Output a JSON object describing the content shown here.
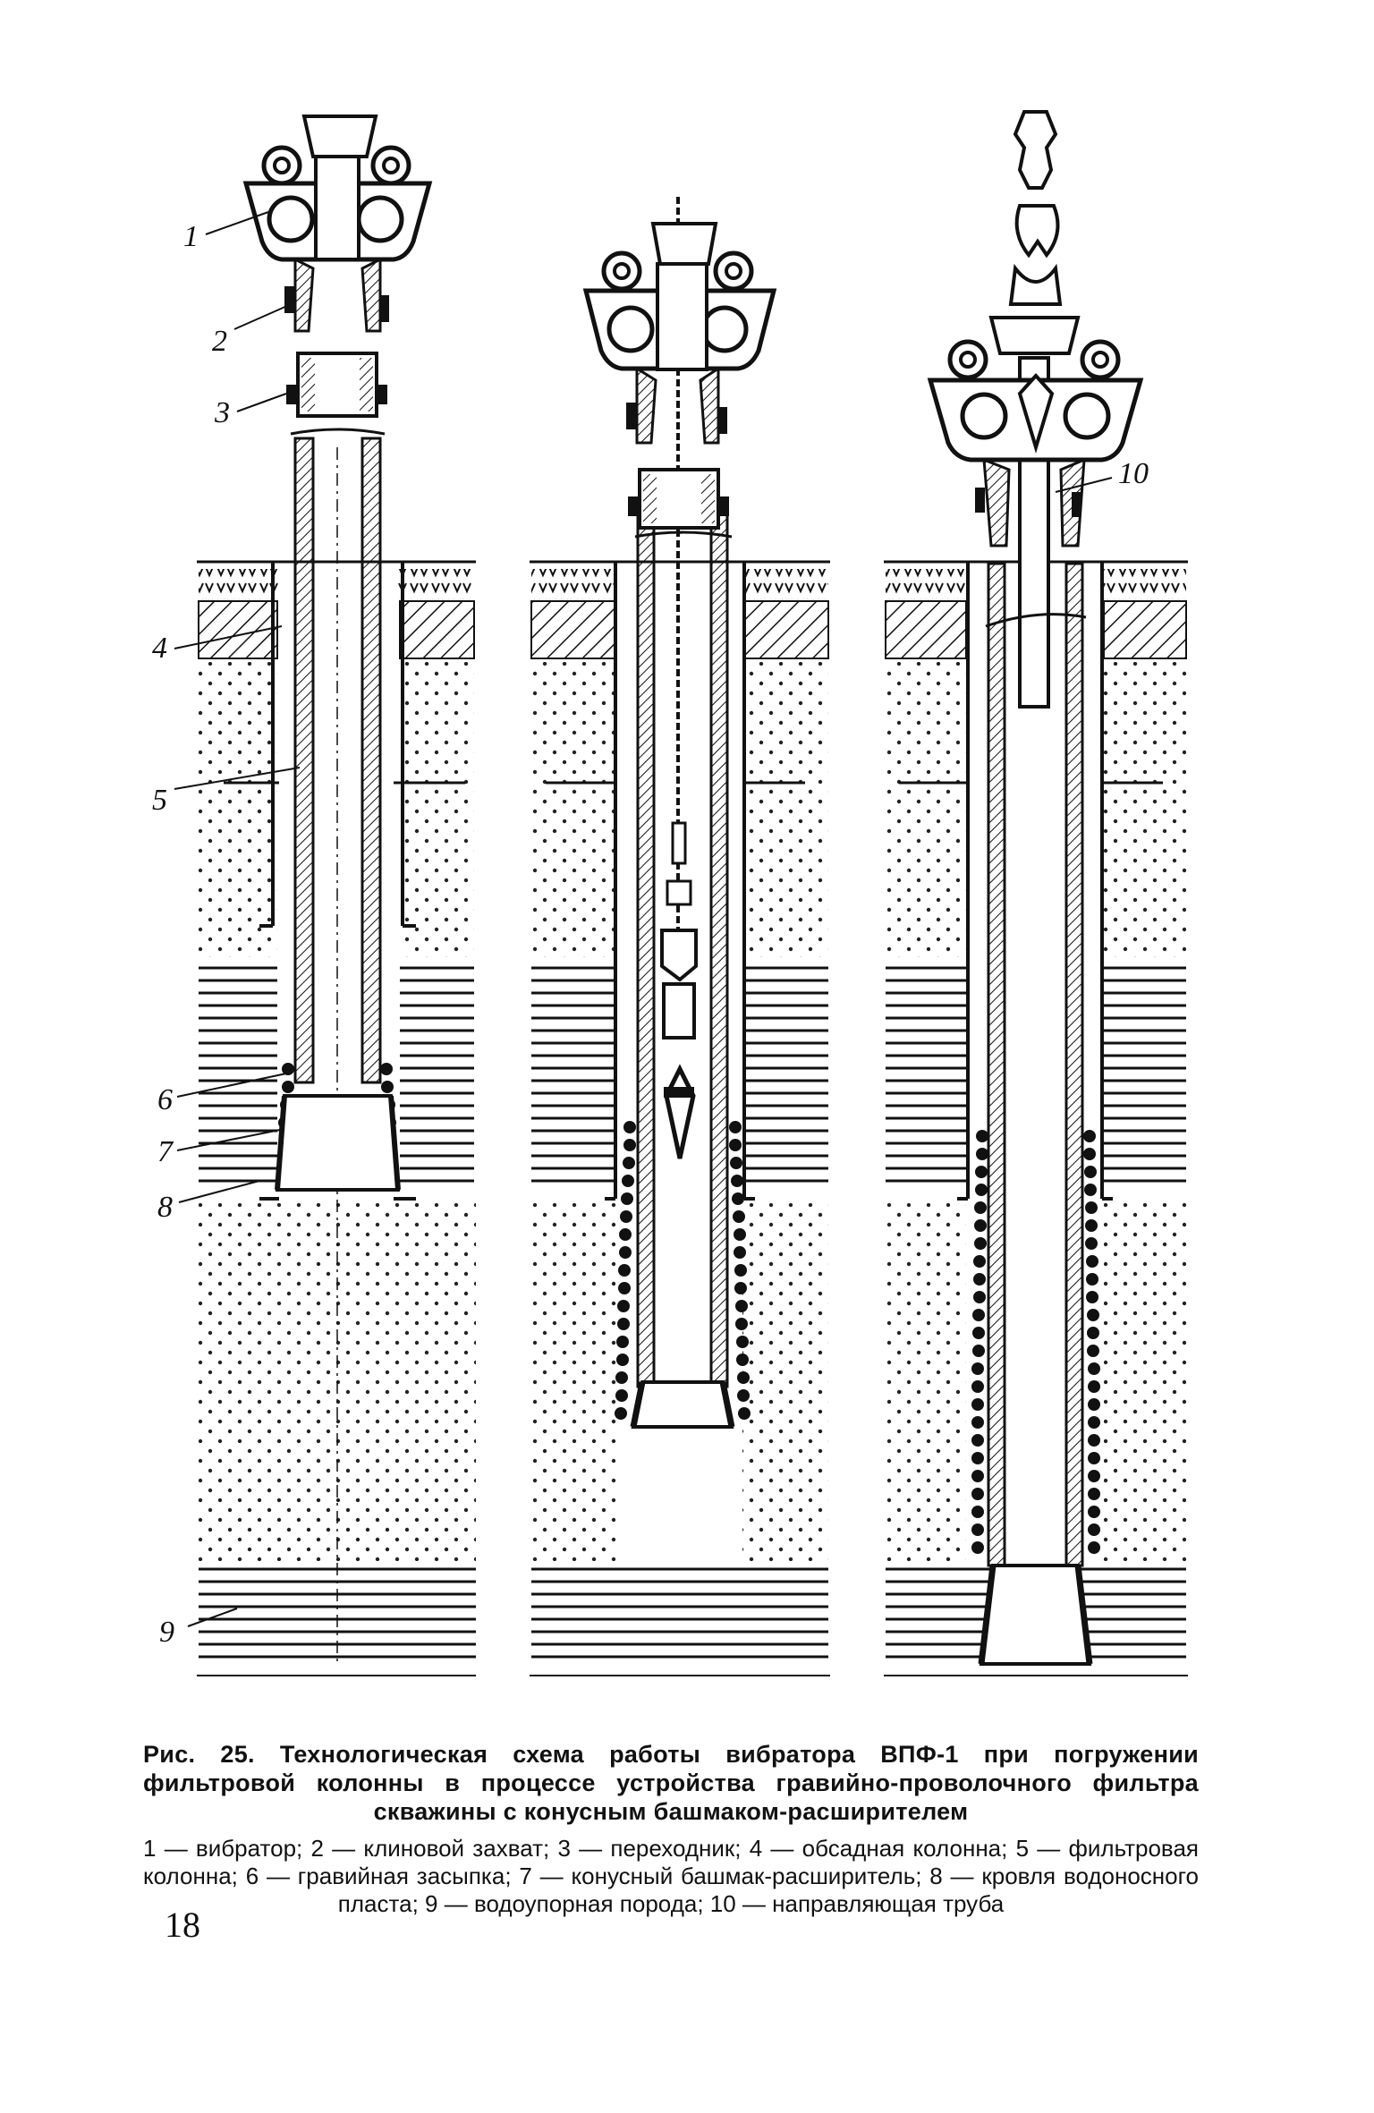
{
  "figure": {
    "callouts": [
      "1",
      "2",
      "3",
      "4",
      "5",
      "6",
      "7",
      "8",
      "9",
      "10"
    ]
  },
  "caption": {
    "title": "Рис. 25. Технологическая схема работы вибратора ВПФ-1 при погружении фильтровой колонны в процессе устройства гравийно-проволочного фильтра скважины с конусным башмаком-расширителем",
    "legend": "1 — вибратор; 2 — клиновой захват; 3 — переходник; 4 — обсадная колонна; 5 — фильтровая колонна; 6 — гравийная засыпка; 7 — конусный башмак-расширитель; 8 — кровля водоносного пласта; 9 — водоупорная порода; 10 — направляющая труба"
  },
  "page_number": "18"
}
